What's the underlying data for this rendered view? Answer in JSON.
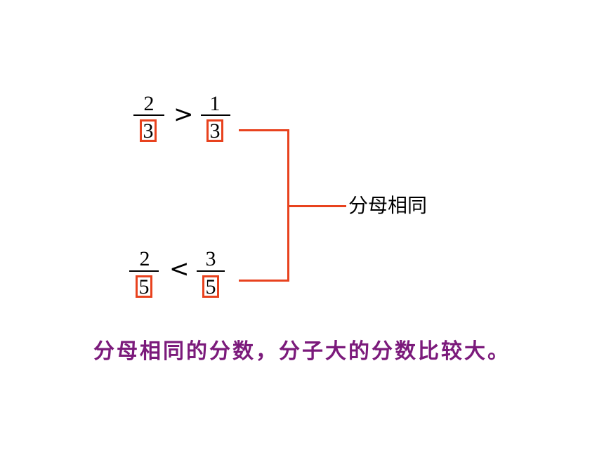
{
  "rows": [
    {
      "left": {
        "numerator": "2",
        "denominator": "3"
      },
      "operator": ">",
      "right": {
        "numerator": "1",
        "denominator": "3"
      }
    },
    {
      "left": {
        "numerator": "2",
        "denominator": "5"
      },
      "operator": "<",
      "right": {
        "numerator": "3",
        "denominator": "5"
      }
    }
  ],
  "bracket_label": "分母相同",
  "conclusion": "分母相同的分数，分子大的分数比较大。",
  "colors": {
    "highlight": "#e8421e",
    "conclusion": "#7b1a7b",
    "text": "#000000"
  }
}
